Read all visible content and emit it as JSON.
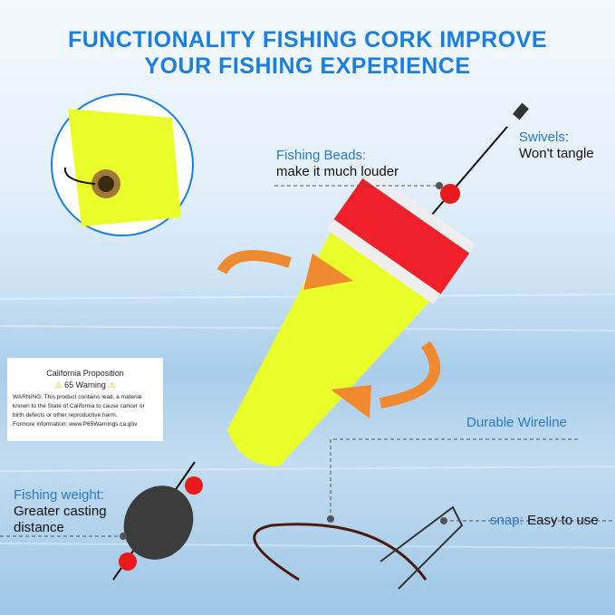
{
  "title": {
    "line1": "FUNCTIONALITY FISHING CORK IMPROVE",
    "line2": "YOUR FISHING EXPERIENCE"
  },
  "callouts": {
    "beads": {
      "label": "Fishing Beads:",
      "text": "make it much  louder"
    },
    "swivels": {
      "label": "Swivels:",
      "text": "Won't tangle"
    },
    "wireline": {
      "label": "Durable Wireline"
    },
    "weight": {
      "label": "Fishing weight:",
      "text1": "Greater casting",
      "text2": "distance"
    },
    "snap": {
      "label": "snap:",
      "text": "Easy to use"
    }
  },
  "warning": {
    "heading1": "California Proposition",
    "heading2": "65 Warning",
    "body1": "WARNING: This product contains lead, a material known to the State of California to cause cancer or birth defects or other reproductive harm.",
    "body2": "Formore information: www.P65Warnings.ca.gov"
  },
  "colors": {
    "title": "#1a7fe0",
    "cork": "#eaff2a",
    "band": "#f0202a",
    "arrow": "#f08a30"
  }
}
